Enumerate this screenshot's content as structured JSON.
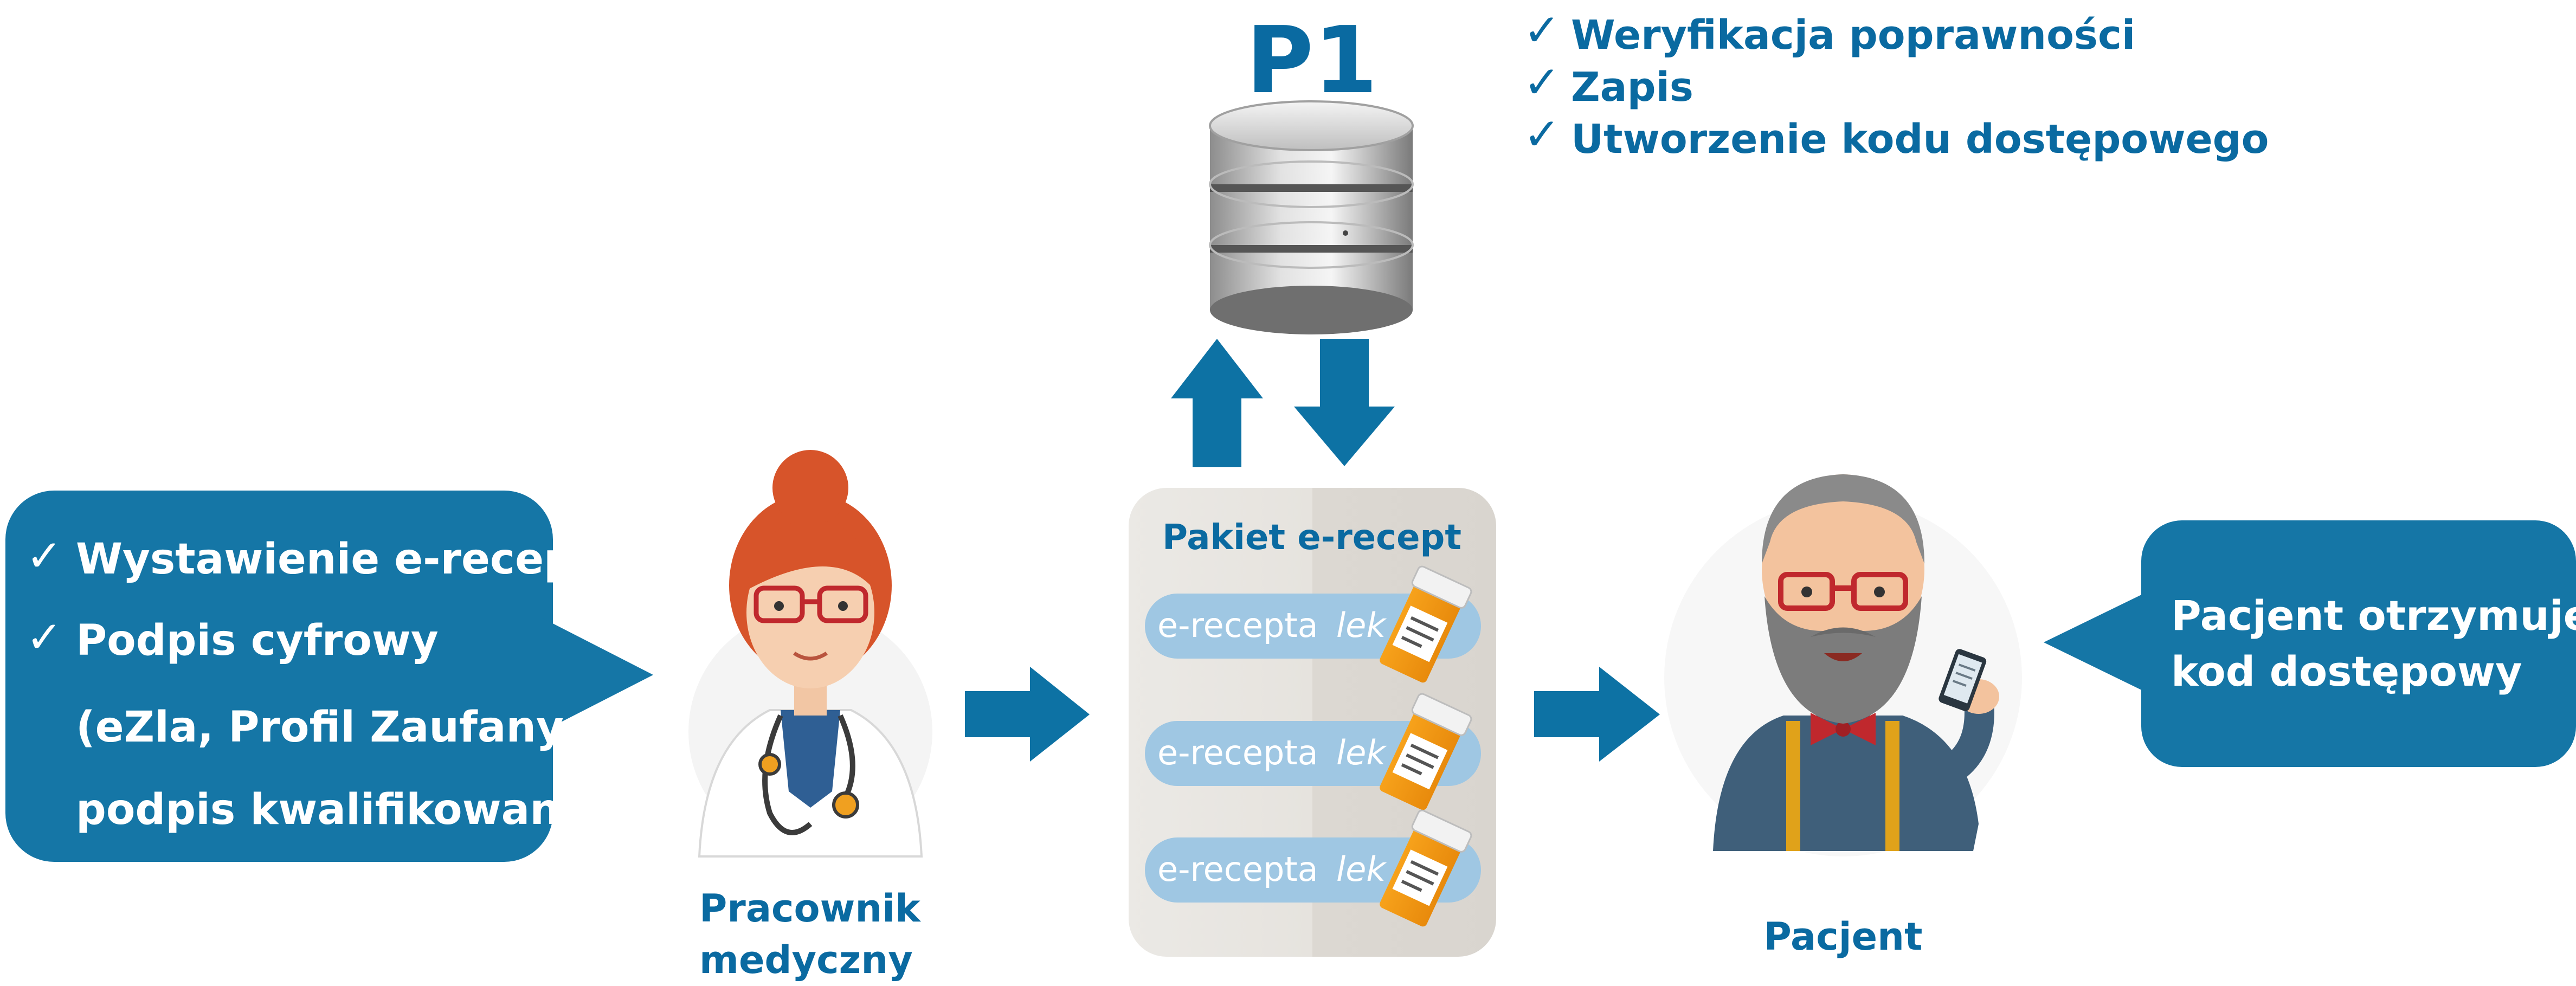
{
  "server": {
    "title": "P1",
    "checks": [
      "Weryfikacja poprawności",
      "Zapis",
      "Utworzenie kodu dostępowego"
    ]
  },
  "doctor_bubble": {
    "items": [
      "Wystawienie e-recepty",
      "Podpis cyfrowy"
    ],
    "note_lines": [
      "(eZla, Profil Zaufany,",
      "podpis kwalifikowany)"
    ]
  },
  "doctor": {
    "label_lines": [
      "Pracownik",
      "medyczny"
    ]
  },
  "package": {
    "title": "Pakiet e-recept",
    "items": [
      {
        "label": "e-recepta",
        "tag": "lek"
      },
      {
        "label": "e-recepta",
        "tag": "lek"
      },
      {
        "label": "e-recepta",
        "tag": "lek"
      }
    ]
  },
  "patient": {
    "label": "Pacjent"
  },
  "patient_bubble": {
    "lines": [
      "Pacjent otrzymuje",
      "kod dostępowy"
    ]
  },
  "colors": {
    "bubble": "#1576a6",
    "arrow": "#0d72a4",
    "package_bg": "#e7e4df",
    "pill": "#9fc7e3",
    "title": "#0a6aa1"
  }
}
